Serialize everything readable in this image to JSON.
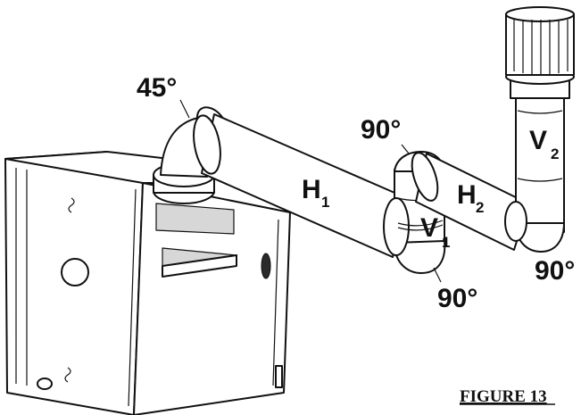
{
  "labels": {
    "angle_top_left": "45°",
    "angle_mid_top": "90°",
    "angle_mid_bottom": "90°",
    "angle_right": "90°",
    "h1_main": "H",
    "h1_sub": "1",
    "h2_main": "H",
    "h2_sub": "2",
    "v1_main": "V",
    "v1_sub": "1",
    "v2_main": "V",
    "v2_sub": "2"
  },
  "caption": "FIGURE 13"
}
